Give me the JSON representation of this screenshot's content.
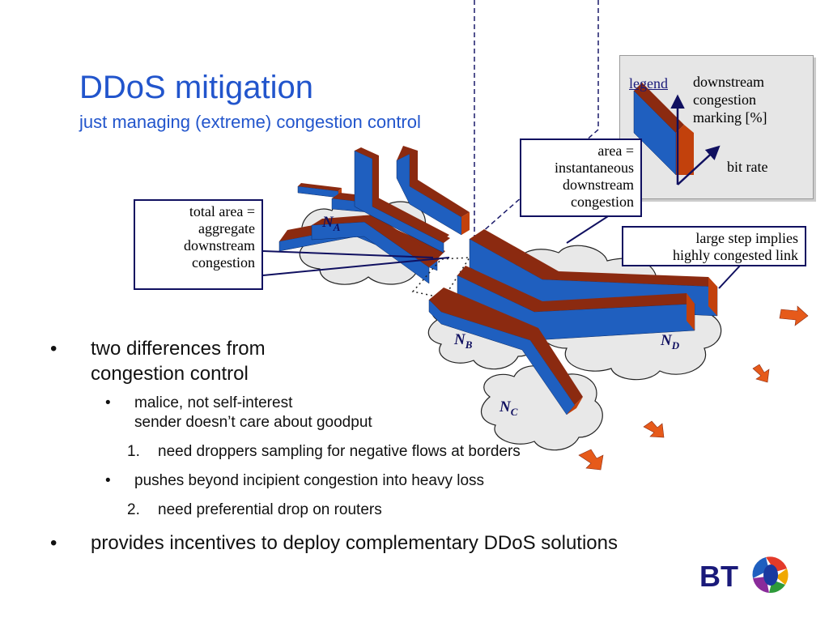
{
  "slide": {
    "title": "DDoS mitigation",
    "subtitle": "just managing (extreme) congestion control"
  },
  "legend": {
    "title": "legend",
    "marking_lines": [
      "downstream",
      "congestion",
      "marking [%]"
    ],
    "bit_rate": "bit rate"
  },
  "callouts": {
    "total_area": [
      "total area =",
      "aggregate",
      "downstream",
      "congestion"
    ],
    "area": [
      "area =",
      "instantaneous",
      "downstream",
      "congestion"
    ],
    "large_step": [
      "large step implies",
      "highly congested link"
    ]
  },
  "nodes": [
    {
      "base": "N",
      "sub": "A"
    },
    {
      "base": "N",
      "sub": "B"
    },
    {
      "base": "N",
      "sub": "C"
    },
    {
      "base": "N",
      "sub": "D"
    }
  ],
  "bullets": {
    "b1": {
      "bullet": "•",
      "lines": [
        "two differences from",
        "congestion control"
      ]
    },
    "b1_1": {
      "bullet": "•",
      "lines": [
        "malice, not self-interest",
        "sender doesn’t care about goodput"
      ]
    },
    "n1": {
      "num": "1.",
      "text": "need droppers sampling for negative flows at borders"
    },
    "b1_2": {
      "bullet": "•",
      "text": "pushes beyond incipient congestion into heavy loss"
    },
    "n2": {
      "num": "2.",
      "text": "need preferential drop on routers"
    },
    "b2": {
      "bullet": "•",
      "text": "provides incentives to deploy complementary DDoS solutions"
    }
  },
  "logo": {
    "text": "BT"
  },
  "colors": {
    "title": "#2255cc",
    "pipe_top": "#8b2a10",
    "pipe_side": "#1f5fbf",
    "pipe_end": "#c2410c",
    "cloud": "#e8e8e8",
    "callout_border": "#101060"
  }
}
